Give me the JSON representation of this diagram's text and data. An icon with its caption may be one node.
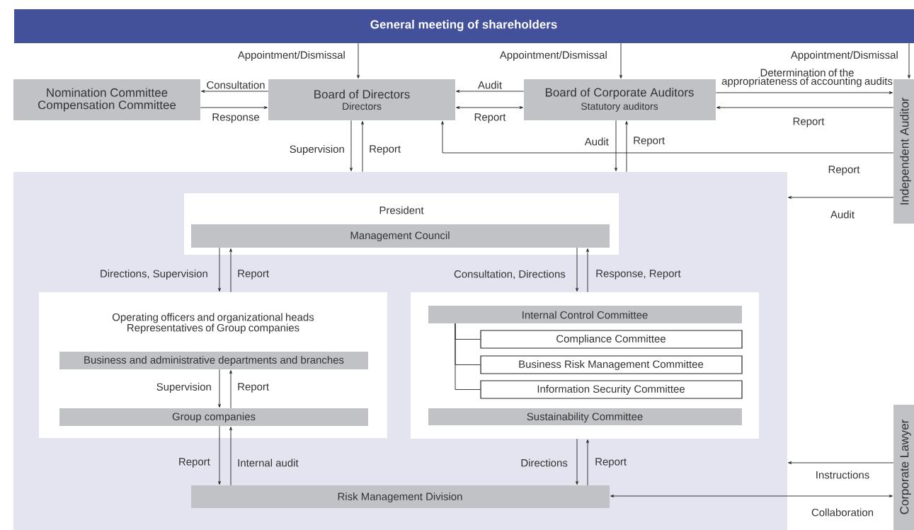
{
  "diagram": {
    "nodes": [
      {
        "text": [
          "General meeting of shareholders"
        ]
      },
      {
        "text": [
          "Nomination Committee",
          "Compensation Committee"
        ]
      },
      {
        "text": [
          "Board of Directors",
          "Directors"
        ]
      },
      {
        "text": [
          "Board of Corporate Auditors",
          "Statutory auditors"
        ]
      },
      {
        "text": [
          "Independent Auditor"
        ]
      },
      {
        "text": [],
        "shape": "box"
      },
      {
        "text": [
          "President"
        ],
        "in": 5
      },
      {
        "text": [
          "Management Council"
        ],
        "in": 6
      },
      {
        "text": [
          "Operating officers and organizational heads Representatives of Group companies"
        ],
        "in": 5
      },
      {
        "text": [
          "Business and administrative departments and branches"
        ],
        "in": 8
      },
      {
        "text": [
          "Group companies"
        ],
        "in": 8
      },
      {
        "text": [],
        "shape": "box",
        "in": 5
      },
      {
        "text": [
          "Internal Control Committee"
        ],
        "in": 11
      },
      {
        "text": [
          "Compliance Committee"
        ],
        "in": 11
      },
      {
        "text": [
          "Business Risk Management Committee"
        ],
        "in": 11
      },
      {
        "text": [
          "Information Security Committee"
        ],
        "in": 11
      },
      {
        "text": [
          "Sustainability Committee"
        ],
        "in": 11
      },
      {
        "text": [
          "Risk Management Division"
        ],
        "in": 5
      },
      {
        "text": [
          "Corporate Lawyer"
        ]
      }
    ],
    "edges": [
      {
        "from": 0,
        "to": 2,
        "arrow": "to",
        "label": "Appointment/Dismissal"
      },
      {
        "from": 0,
        "to": 3,
        "arrow": "to",
        "label": "Appointment/Dismissal"
      },
      {
        "from": 0,
        "to": 4,
        "arrow": "to",
        "label": "Appointment/Dismissal"
      },
      {
        "from": 2,
        "to": 1,
        "arrow": "to",
        "label": "Consultation"
      },
      {
        "from": 1,
        "to": 2,
        "arrow": "to",
        "label": "Response"
      },
      {
        "from": 3,
        "to": 2,
        "arrow": "to",
        "label": "Audit"
      },
      {
        "from": 2,
        "to": 3,
        "arrow": "both",
        "label": "Report"
      },
      {
        "from": 3,
        "to": 4,
        "arrow": "to",
        "label": "Determination of the appropriateness of accounting audits"
      },
      {
        "from": 4,
        "to": 3,
        "arrow": "to",
        "label": "Report"
      },
      {
        "from": 2,
        "to": 5,
        "arrow": "to",
        "label": "Supervision"
      },
      {
        "from": 5,
        "to": 2,
        "arrow": "to",
        "label": "Report"
      },
      {
        "from": 3,
        "to": 5,
        "arrow": "to",
        "label": "Audit"
      },
      {
        "from": 5,
        "to": 3,
        "arrow": "to",
        "label": "Report"
      },
      {
        "from": 4,
        "to": 2,
        "arrow": "to",
        "label": "Report"
      },
      {
        "from": 4,
        "to": 5,
        "arrow": "to",
        "label": "Audit"
      },
      {
        "from": 7,
        "to": 8,
        "arrow": "to",
        "label": "Directions, Supervision"
      },
      {
        "from": 8,
        "to": 7,
        "arrow": "to",
        "label": "Report"
      },
      {
        "from": 7,
        "to": 11,
        "arrow": "to",
        "label": "Consultation, Directions"
      },
      {
        "from": 11,
        "to": 7,
        "arrow": "to",
        "label": "Response, Report"
      },
      {
        "from": 9,
        "to": 10,
        "arrow": "to",
        "label": "Supervision"
      },
      {
        "from": 10,
        "to": 9,
        "arrow": "to",
        "label": "Report"
      },
      {
        "from": 10,
        "to": 17,
        "arrow": "to",
        "label": "Report"
      },
      {
        "from": 17,
        "to": 10,
        "arrow": "to",
        "label": "Internal audit"
      },
      {
        "from": 11,
        "to": 17,
        "arrow": "to",
        "label": "Directions"
      },
      {
        "from": 17,
        "to": 11,
        "arrow": "to",
        "label": "Report"
      },
      {
        "from": 12,
        "to": 13,
        "arrow": "none"
      },
      {
        "from": 12,
        "to": 14,
        "arrow": "none"
      },
      {
        "from": 12,
        "to": 15,
        "arrow": "none"
      },
      {
        "from": 18,
        "to": 5,
        "arrow": "to",
        "label": "Instructions"
      },
      {
        "from": 17,
        "to": 18,
        "arrow": "both",
        "label": "Collaboration"
      }
    ]
  }
}
